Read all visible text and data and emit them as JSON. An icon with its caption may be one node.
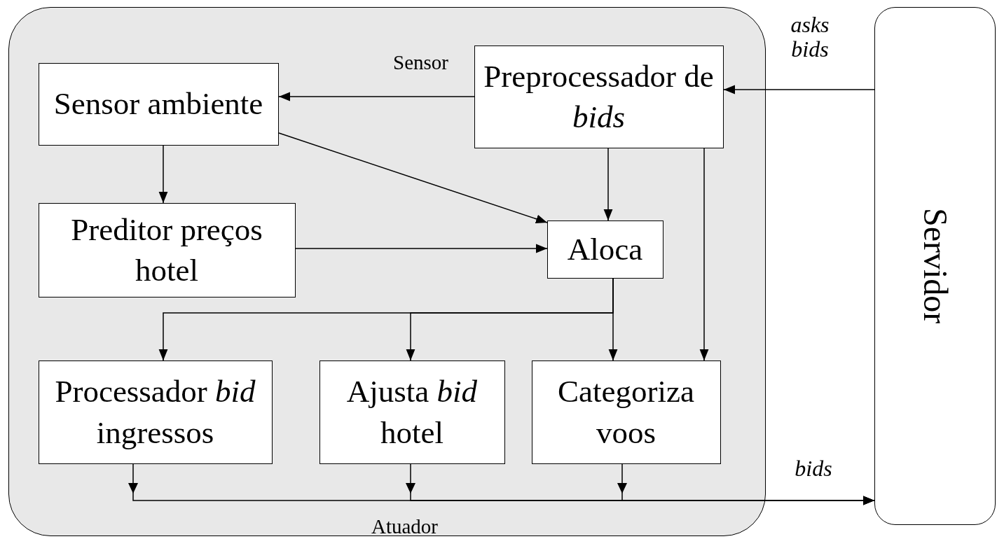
{
  "diagram": {
    "nodes": [
      {
        "text": [
          "Sensor",
          "Atuador"
        ]
      },
      {
        "text": [
          "Sensor ambiente"
        ],
        "in": 0
      },
      {
        "text": [
          "Preprocessador de *bids*"
        ],
        "in": 0
      },
      {
        "text": [
          "Preditor preços hotel"
        ],
        "in": 0
      },
      {
        "text": [
          "Aloca"
        ],
        "in": 0
      },
      {
        "text": [
          "Processador *bid* ingressos"
        ],
        "in": 0
      },
      {
        "text": [
          "Ajusta *bid* hotel"
        ],
        "in": 0
      },
      {
        "text": [
          "Categoriza voos"
        ],
        "in": 0
      },
      {
        "text": [
          "Servidor"
        ]
      }
    ],
    "edges": [
      {
        "from": 8,
        "to": 2,
        "arrow": "to",
        "label": "asks bids"
      },
      {
        "from": 2,
        "to": 1,
        "arrow": "to"
      },
      {
        "from": 1,
        "to": 3,
        "arrow": "to"
      },
      {
        "from": 1,
        "to": 4,
        "arrow": "to"
      },
      {
        "from": 2,
        "to": 4,
        "arrow": "to"
      },
      {
        "from": 3,
        "to": 4,
        "arrow": "to"
      },
      {
        "from": 2,
        "to": 7,
        "arrow": "to"
      },
      {
        "from": 4,
        "to": 5,
        "arrow": "to"
      },
      {
        "from": 4,
        "to": 6,
        "arrow": "to"
      },
      {
        "from": 4,
        "to": 7,
        "arrow": "to"
      },
      {
        "from": 5,
        "to": 8,
        "arrow": "to"
      },
      {
        "from": 6,
        "to": 8,
        "arrow": "to"
      },
      {
        "from": 7,
        "to": 8,
        "arrow": "to",
        "label": "bids"
      }
    ]
  }
}
